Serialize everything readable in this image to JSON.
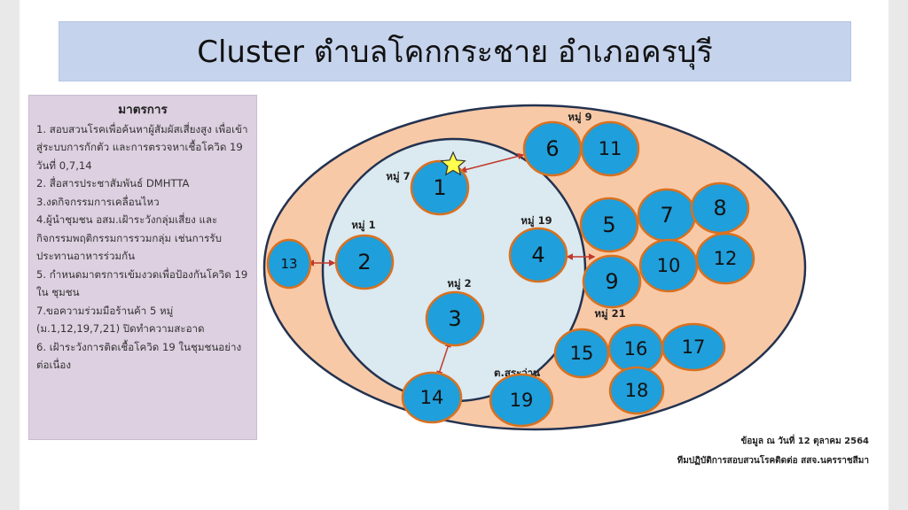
{
  "title": "Cluster ตำบลโคกกระชาย  อำเภอครบุรี",
  "measures": {
    "heading": "มาตรการ",
    "items": [
      "1. สอบสวนโรคเพื่อค้นหาผู้สัมผัสเสี่ยงสูง เพื่อเข้าสู่ระบบการกักตัว  และการตรวจหาเชื้อโควิด 19  วันที่ 0,7,14",
      "2. สื่อสารประชาสัมพันธ์ DMHTTA",
      "3.งดกิจกรรมการเคลื่อนไหว",
      "4.ผู้นำชุมชน อสม.เฝ้าระวังกลุ่มเสี่ยง และกิจกรรมพฤติกรรมการรวมกลุ่ม เช่นการรับประทานอาหารร่วมกัน",
      "5. กำหนดมาตรการเข้มงวดเพื่อป้องกันโควิด 19  ใน ชุมชน",
      "7.ขอความร่วมมือร้านค้า 5 หมู่ (ม.1,12,19,7,21) ปิดทำความสะอาด",
      "6. เฝ้าระวังการติดเชื้อโควิด 19 ในชุมชนอย่างต่อเนื่อง"
    ]
  },
  "groups": {
    "moo9": "หมู่ 9",
    "moo7": "หมู่ 7",
    "moo1": "หมู่ 1",
    "moo19": "หมู่ 19",
    "moo2": "หมู่ 2",
    "moo21": "หมู่ 21",
    "sarawan": "ต.สระว่าน"
  },
  "nodes": [
    "1",
    "2",
    "3",
    "4",
    "5",
    "6",
    "7",
    "8",
    "9",
    "10",
    "11",
    "12",
    "13",
    "14",
    "15",
    "16",
    "17",
    "18",
    "19"
  ],
  "footer": {
    "line1": "ข้อมูล ณ วันที่ 12 ตุลาคม 2564",
    "line2": "ทีมปฏิบัติการสอบสวนโรคติดต่อ สสจ.นครราชสีมา"
  },
  "colors": {
    "outer_ellipse": "#f8c9a7",
    "inner_circle": "#dbe9f0",
    "node_fill": "#1f9fdb",
    "node_stroke": "#d9711f",
    "arrow": "#c0392b",
    "star": "#ffff4d"
  }
}
